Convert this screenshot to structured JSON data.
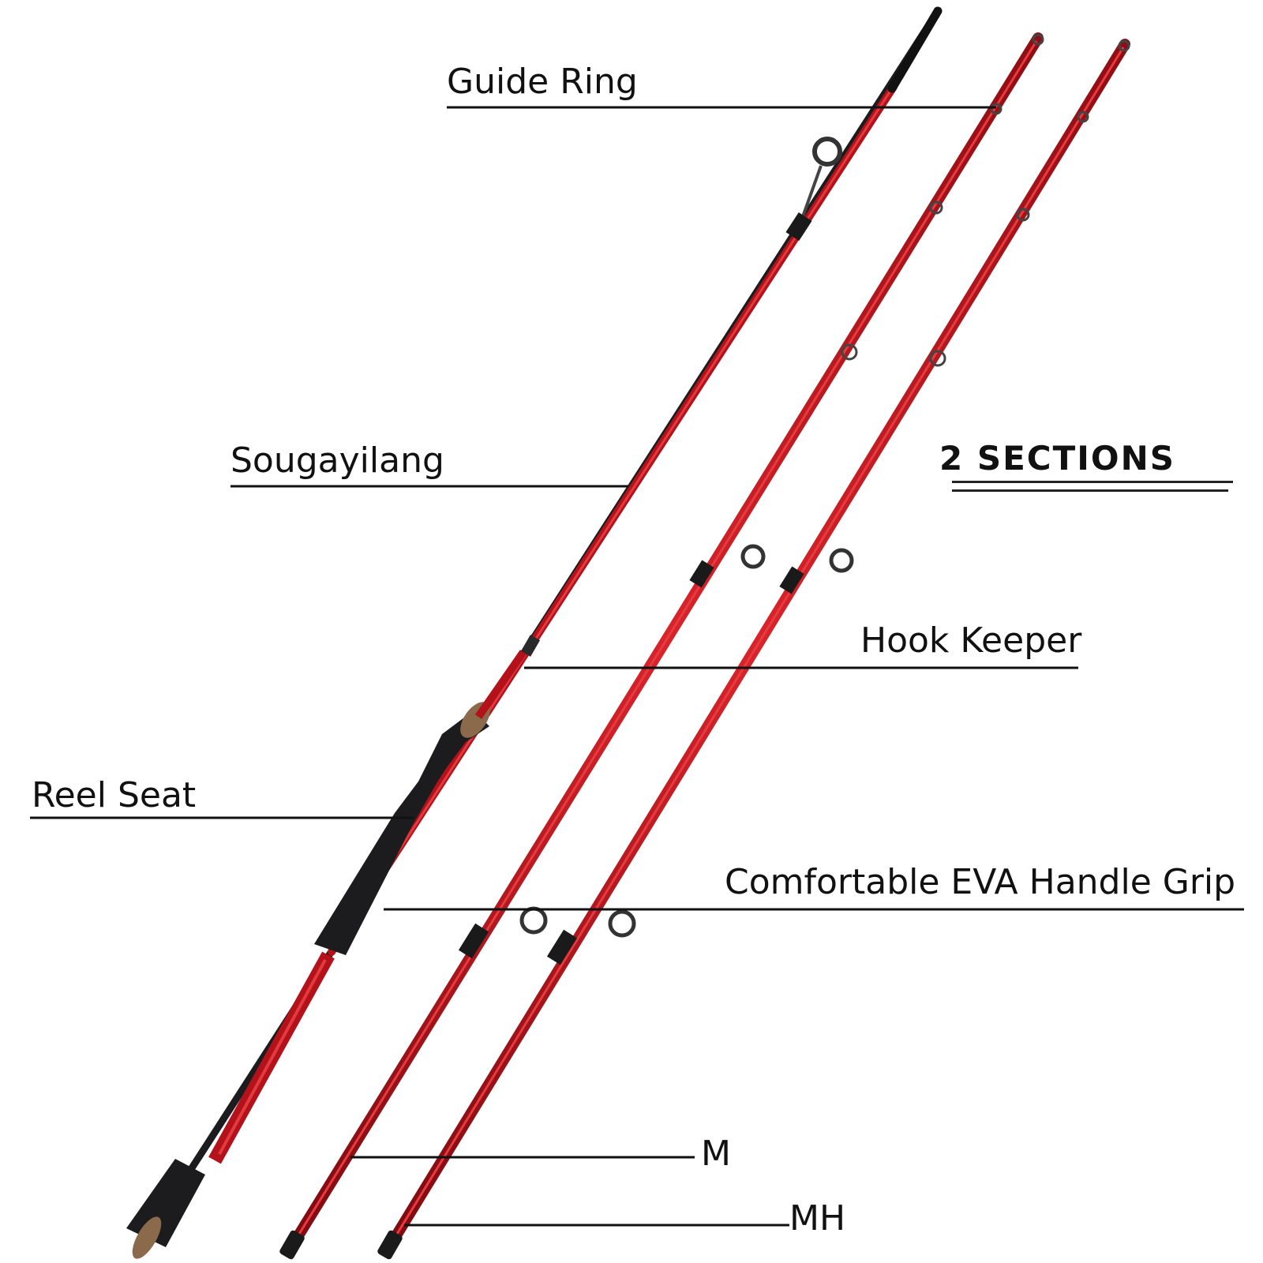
{
  "callouts": {
    "guide_ring": "Guide Ring",
    "brand": "Sougayilang",
    "hook_keeper": "Hook Keeper",
    "reel_seat": "Reel Seat",
    "handle_grip": "Comfortable EVA Handle Grip",
    "tip_m": "M",
    "tip_mh": "MH"
  },
  "badge": {
    "sections": "2 SECTIONS"
  },
  "colors": {
    "rod": "#b3121a",
    "rod_highlight": "#e23a3f",
    "grip": "#1c1c1e",
    "cork": "#8a6a4a",
    "line": "#111111"
  }
}
